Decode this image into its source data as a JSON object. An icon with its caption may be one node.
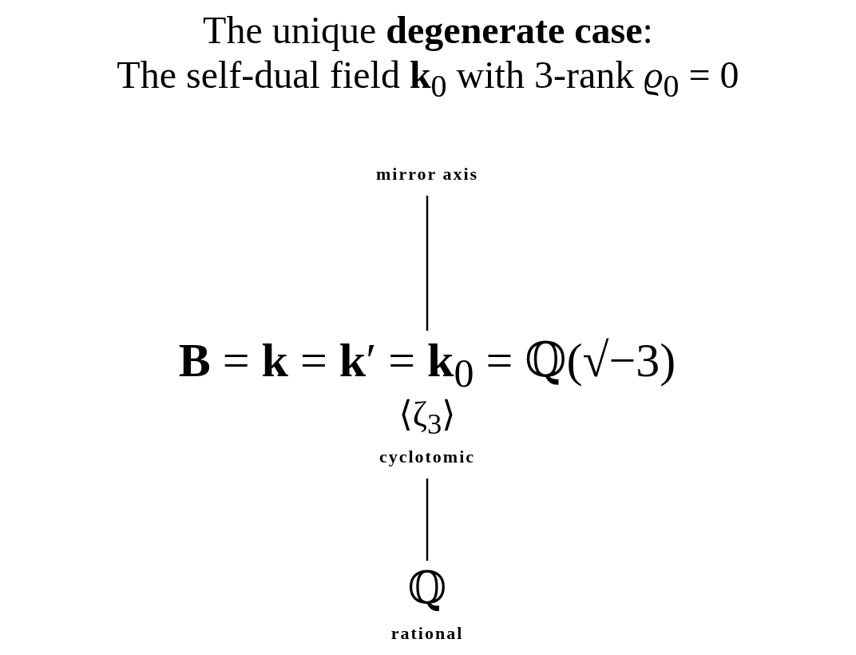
{
  "diagram": {
    "title": "The unique **degenerate case**:",
    "nodes": [
      {
        "text": [
          "mirror axis"
        ]
      },
      {
        "text": [
          "**B** = **k** = **k**′ = **k**$_{0}$ = ℚ(√−3)",
          "⟨ζ$_{3}$⟩",
          "cyclotomic"
        ]
      },
      {
        "text": [
          "ℚ",
          "rational"
        ]
      }
    ],
    "edges": [
      {
        "from": 0,
        "to": 1,
        "arrow": "none"
      },
      {
        "from": 1,
        "to": 2,
        "arrow": "none"
      }
    ],
    "labels": [
      "The self-dual field **k**$_{0}$ with 3-rank *ϱ*$_{0}$ = 0"
    ]
  }
}
